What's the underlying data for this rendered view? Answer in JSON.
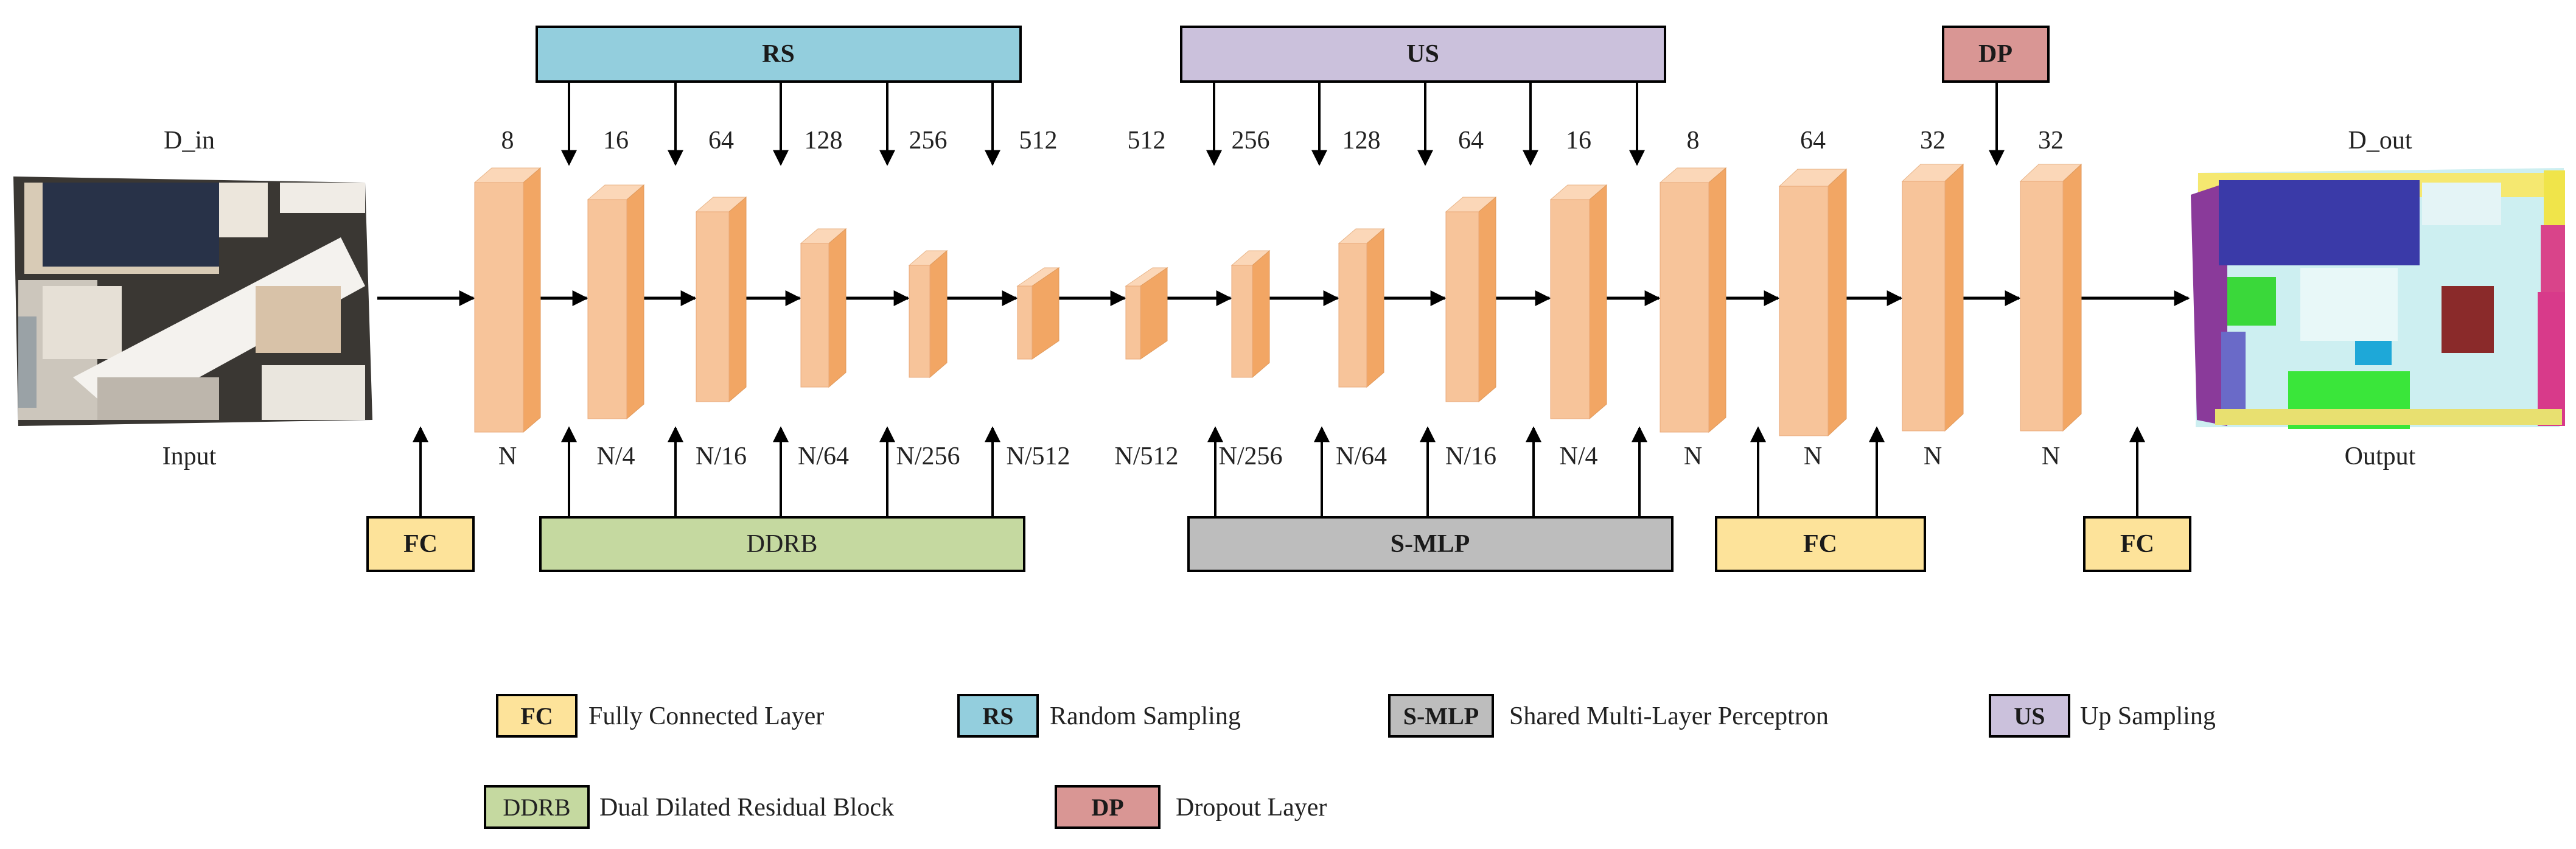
{
  "io": {
    "input_title": "D_in",
    "input_caption": "Input",
    "output_title": "D_out",
    "output_caption": "Output"
  },
  "layers": [
    {
      "dim": "8",
      "points": "N"
    },
    {
      "dim": "16",
      "points": "N/4"
    },
    {
      "dim": "64",
      "points": "N/16"
    },
    {
      "dim": "128",
      "points": "N/64"
    },
    {
      "dim": "256",
      "points": "N/256"
    },
    {
      "dim": "512",
      "points": "N/512"
    },
    {
      "dim": "512",
      "points": "N/512"
    },
    {
      "dim": "256",
      "points": "N/256"
    },
    {
      "dim": "128",
      "points": "N/64"
    },
    {
      "dim": "64",
      "points": "N/16"
    },
    {
      "dim": "16",
      "points": "N/4"
    },
    {
      "dim": "8",
      "points": "N"
    },
    {
      "dim": "64",
      "points": "N"
    },
    {
      "dim": "32",
      "points": "N"
    },
    {
      "dim": "32",
      "points": "N"
    }
  ],
  "modules": {
    "rs": "RS",
    "us": "US",
    "dp": "DP",
    "fc_input": "FC",
    "ddrb": "DDRB",
    "smlp": "S-MLP",
    "fc_mid": "FC",
    "fc_out": "FC"
  },
  "legend": [
    {
      "abbr": "FC",
      "text": "Fully Connected Layer",
      "color": "#fde39a"
    },
    {
      "abbr": "RS",
      "text": "Random Sampling",
      "color": "#93cedd"
    },
    {
      "abbr": "S-MLP",
      "text": "Shared Multi-Layer Perceptron",
      "color": "#bdbdbd"
    },
    {
      "abbr": "US",
      "text": "Up Sampling",
      "color": "#cbc1dc"
    },
    {
      "abbr": "DDRB",
      "text": "Dual Dilated Residual Block",
      "color": "#c5d9a0"
    },
    {
      "abbr": "DP",
      "text": "Dropout Layer",
      "color": "#d99694"
    }
  ],
  "colors": {
    "fc": "#fde39a",
    "rs": "#93cedd",
    "us": "#cbc1dc",
    "dp": "#d99694",
    "ddrb": "#c5d9a0",
    "smlp": "#bdbdbd",
    "block_front": "#f7c49a",
    "block_side": "#f2a664",
    "block_top": "#fbd7b8"
  }
}
